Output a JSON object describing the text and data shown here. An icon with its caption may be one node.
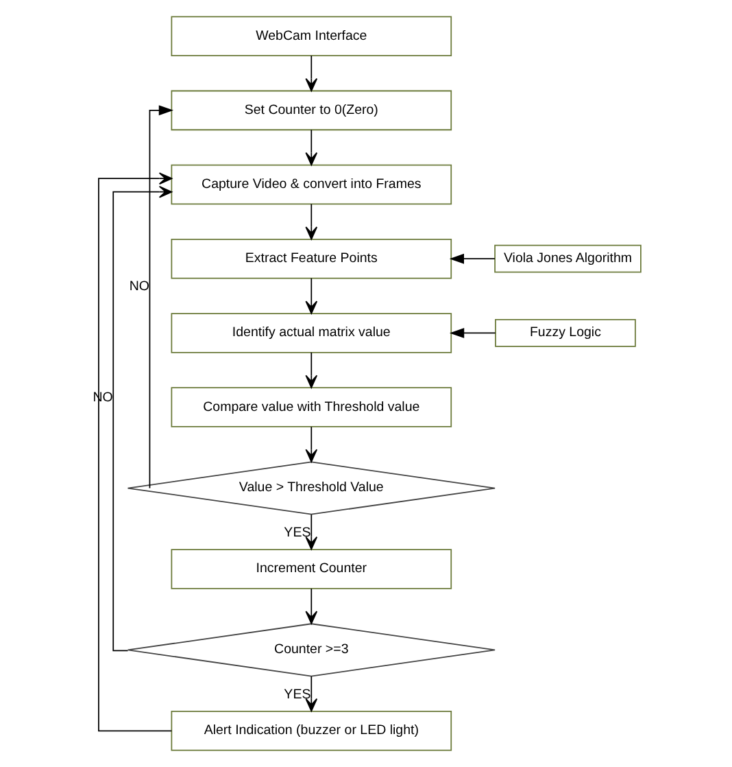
{
  "diagram": {
    "nodes": [
      {
        "text": [
          "WebCam Interface"
        ]
      },
      {
        "text": [
          "Set Counter to 0(Zero)"
        ]
      },
      {
        "text": [
          "Capture Video & convert into Frames"
        ]
      },
      {
        "text": [
          "Extract Feature Points"
        ]
      },
      {
        "text": [
          "Viola Jones Algorithm"
        ]
      },
      {
        "text": [
          "Identify actual matrix value"
        ]
      },
      {
        "text": [
          "Fuzzy Logic"
        ]
      },
      {
        "text": [
          "Compare value with Threshold value"
        ]
      },
      {
        "text": [
          "Value > Threshold Value"
        ]
      },
      {
        "text": [
          "Increment Counter"
        ]
      },
      {
        "text": [
          "Counter >=3"
        ]
      },
      {
        "text": [
          "Alert Indication (buzzer or LED light)"
        ]
      }
    ],
    "edges": [
      {
        "from": 0,
        "to": 1,
        "arrow": "to"
      },
      {
        "from": 1,
        "to": 2,
        "arrow": "to"
      },
      {
        "from": 2,
        "to": 3,
        "arrow": "to"
      },
      {
        "from": 4,
        "to": 3,
        "arrow": "to"
      },
      {
        "from": 3,
        "to": 5,
        "arrow": "to"
      },
      {
        "from": 6,
        "to": 5,
        "arrow": "to"
      },
      {
        "from": 5,
        "to": 7,
        "arrow": "to"
      },
      {
        "from": 7,
        "to": 8,
        "arrow": "to"
      },
      {
        "from": 8,
        "to": 1,
        "arrow": "to",
        "label": "NO"
      },
      {
        "from": 8,
        "to": 9,
        "arrow": "to",
        "label": "YES"
      },
      {
        "from": 9,
        "to": 10,
        "arrow": "to"
      },
      {
        "from": 10,
        "to": 2,
        "arrow": "to",
        "label": "NO"
      },
      {
        "from": 10,
        "to": 11,
        "arrow": "to",
        "label": "YES"
      },
      {
        "from": 11,
        "to": 2,
        "arrow": "to"
      }
    ]
  }
}
